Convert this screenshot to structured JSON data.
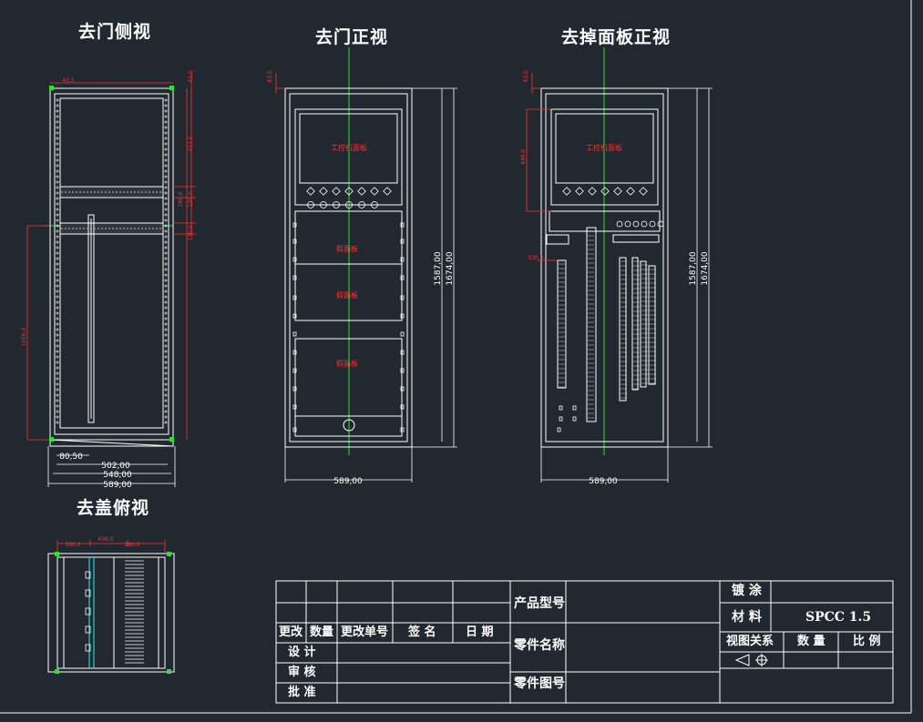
{
  "views": {
    "side": "去门侧视",
    "front": "去门正视",
    "panel_removed": "去掉面板正视",
    "top": "去盖俯视"
  },
  "labels": {
    "ipc_panel": "工控机面板",
    "blank_panel": "假面板"
  },
  "dimensions": {
    "side_top": "43,5",
    "side_right_top": "43,5",
    "side_d1": "417,0",
    "side_d2": "160,0",
    "side_d3": "120,0",
    "side_d4": "170,0",
    "side_left": "1056,0",
    "side_b1": "80,50",
    "side_b2": "502,00",
    "side_b3": "548,00",
    "side_b4": "589,00",
    "front_top": "43,5",
    "front_h1": "1587,00",
    "front_h2": "1674,00",
    "front_w": "589,00",
    "rem_top": "43,5",
    "rem_left": "646,0",
    "rem_small": "330,0",
    "rem_h1": "1587,00",
    "rem_h2": "1674,00",
    "rem_w": "589,00",
    "top_a": "160,0",
    "top_b": "436,0",
    "top_c": "180,0"
  },
  "title_block": {
    "product_model": "产品型号",
    "part_name": "零件名称",
    "part_drawing_no": "零件图号",
    "coating": "镀 涂",
    "material": "材 料",
    "material_value": "SPCC 1.5",
    "view_relation": "视图关系",
    "quantity": "数 量",
    "scale": "比 例",
    "change": "更改",
    "count": "数量",
    "change_doc": "更改单号",
    "signature": "签 名",
    "date": "日 期",
    "design": "设 计",
    "review": "审 核",
    "approve": "批 准"
  }
}
